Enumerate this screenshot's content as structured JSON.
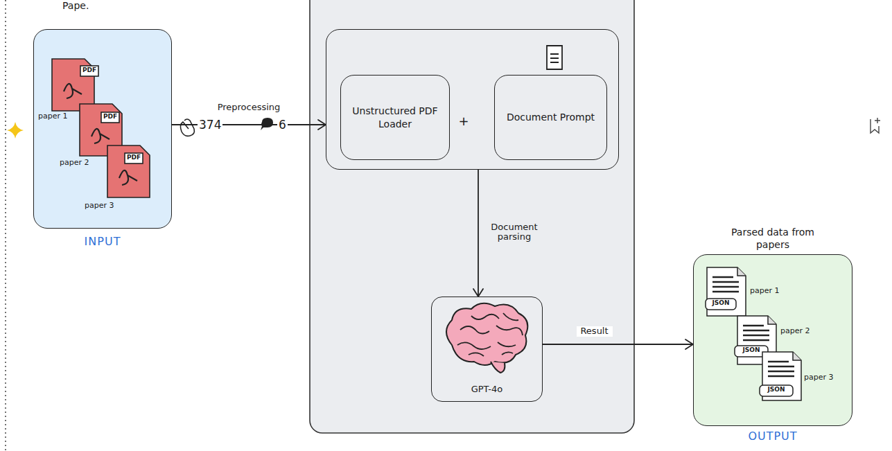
{
  "diagram": {
    "nodes": [
      {
        "text": [
          "INPUT"
        ]
      },
      {
        "text": [
          "+"
        ]
      },
      {
        "text": [
          "Unstructured PDF Loader"
        ],
        "in": 1
      },
      {
        "text": [
          "Document Prompt"
        ],
        "in": 1
      },
      {
        "text": [
          "GPT-4o"
        ]
      },
      {
        "text": [
          "Parsed data from papers",
          "OUTPUT"
        ]
      }
    ],
    "edges": [
      {
        "from": 0,
        "to": 1,
        "label": "Preprocessing",
        "arrow": "to"
      },
      {
        "from": 1,
        "to": 4,
        "label": "Document parsing",
        "arrow": "to"
      },
      {
        "from": 4,
        "to": 5,
        "label": "Result",
        "arrow": "to"
      }
    ],
    "labels": [
      "Pape.",
      "PDF",
      "paper 1",
      "PDF",
      "paper 2",
      "PDF",
      "paper 3",
      "374",
      "6",
      "JSON",
      "paper 1",
      "JSON",
      "paper 2",
      "JSON",
      "paper 3"
    ]
  }
}
